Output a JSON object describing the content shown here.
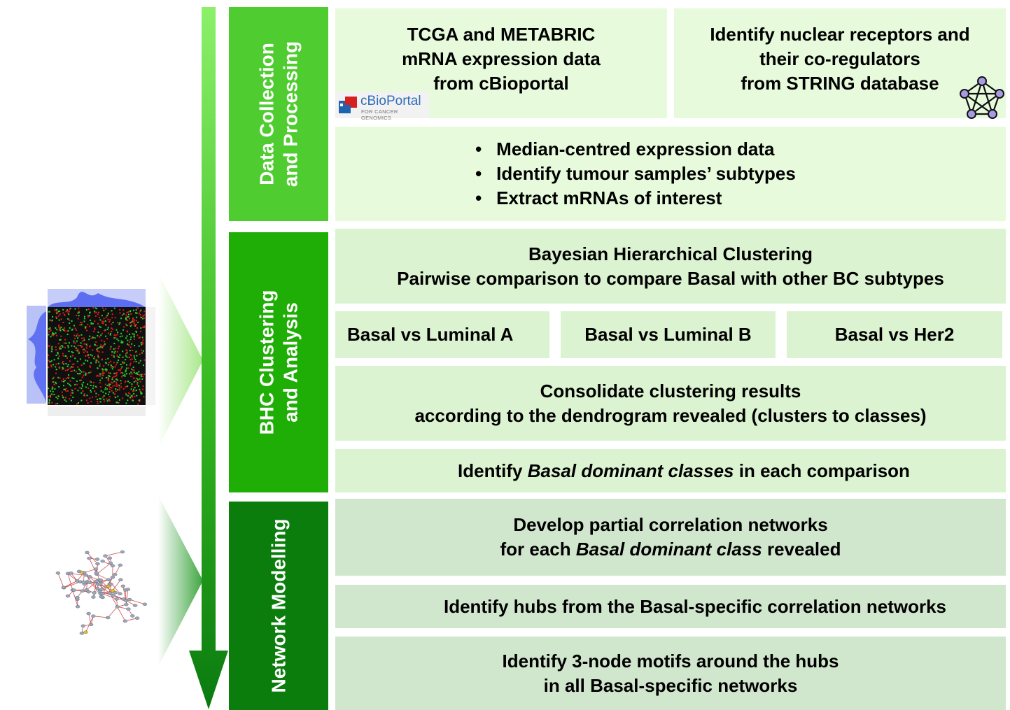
{
  "stages": [
    {
      "label_lines": [
        "Data Collection",
        "and Processing"
      ],
      "color": "#4fcc2f"
    },
    {
      "label_lines": [
        "BHC Clustering",
        "and Analysis"
      ],
      "color": "#1fae05"
    },
    {
      "label_lines": [
        "Network Modelling"
      ],
      "color": "#0b7d0d"
    }
  ],
  "data_collection": {
    "tcga_lines": [
      "TCGA and METABRIC",
      "mRNA expression data",
      "from cBioportal"
    ],
    "cbioportal_logo": {
      "name": "cBioPortal",
      "tagline": "FOR CANCER GENOMICS"
    },
    "string_lines": [
      "Identify nuclear receptors and",
      "their co-regulators",
      "from STRING database"
    ],
    "string_icon": "network-graph-icon",
    "processing_steps": [
      "Median-centred expression data",
      "Identify tumour samples’ subtypes",
      "Extract mRNAs of interest"
    ]
  },
  "bhc": {
    "method_lines": [
      "Bayesian Hierarchical Clustering",
      "Pairwise comparison to compare Basal with other BC subtypes"
    ],
    "comparisons": [
      "Basal vs Luminal A",
      "Basal vs Luminal B",
      "Basal vs Her2"
    ],
    "consolidate_lines": [
      "Consolidate clustering results",
      "according to the dendrogram revealed (clusters to classes)"
    ],
    "identify": {
      "prefix": "Identify ",
      "emphasis": "Basal dominant classes",
      "suffix": " in each comparison"
    }
  },
  "network": {
    "develop_line1": "Develop partial correlation networks",
    "develop_line2": {
      "prefix": "for each ",
      "emphasis": "Basal dominant class",
      "suffix": " revealed"
    },
    "hubs_line": "Identify hubs from the Basal-specific correlation networks",
    "motif_lines": [
      "Identify 3-node motifs around the hubs",
      "in all Basal-specific networks"
    ]
  },
  "colors": {
    "arrow_top": "#8cf06a",
    "arrow_bottom": "#0a7a10",
    "panel_1": "#e7fbdc",
    "panel_2": "#dbf3d0",
    "panel_3": "#d1e7cd",
    "heatmap_red": "#e21a1a",
    "heatmap_green": "#2ad42a",
    "heatmap_blue": "#4a5cf0"
  },
  "illustrations": {
    "heatmap": "clustering-heatmap-image",
    "network": "correlation-network-image"
  }
}
